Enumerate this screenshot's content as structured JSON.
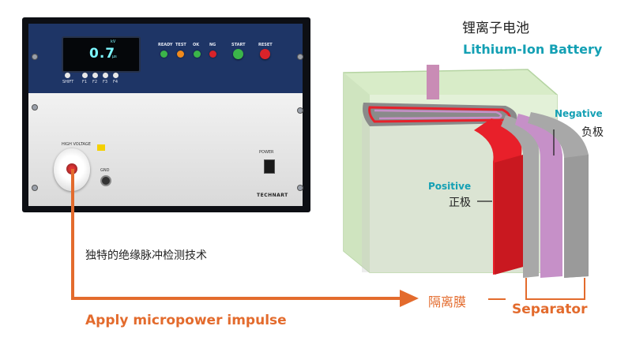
{
  "instrument": {
    "display_value": "0.7",
    "display_unit_top": "kV",
    "display_unit_bottom": "μs",
    "function_keys": [
      "SHIFT",
      "F1",
      "F2",
      "F3",
      "F4"
    ],
    "indicators": [
      {
        "label": "READY",
        "color": "#3bb54a"
      },
      {
        "label": "TEST",
        "color": "#f08a1c"
      },
      {
        "label": "OK",
        "color": "#3bb54a"
      },
      {
        "label": "NG",
        "color": "#d8232a"
      }
    ],
    "buttons": [
      {
        "label": "START",
        "color": "#3bb54a"
      },
      {
        "label": "RESET",
        "color": "#d8232a"
      }
    ],
    "high_voltage_label": "HIGH VOLTAGE",
    "gnd_label": "GND",
    "power_label": "POWER",
    "brand": "TECHNART"
  },
  "texts": {
    "technique_cn": "独特的绝缘脉冲检测技术",
    "apply_impulse": "Apply micropower impulse",
    "separator_cn": "隔离膜",
    "separator_en": "Separator",
    "battery_cn": "锂离子电池",
    "battery_en": "Lithium-Ion Battery",
    "negative_en": "Negative",
    "negative_cn": "负极",
    "positive_en": "Positive",
    "positive_cn": "正极"
  },
  "colors": {
    "accent_orange": "#e36b2d",
    "accent_teal": "#14a0b4",
    "positive_electrode": "#e8202a",
    "negative_electrode": "#c690c8",
    "separator": "#a8a8a8",
    "cell_case": "#d8ecc8"
  }
}
